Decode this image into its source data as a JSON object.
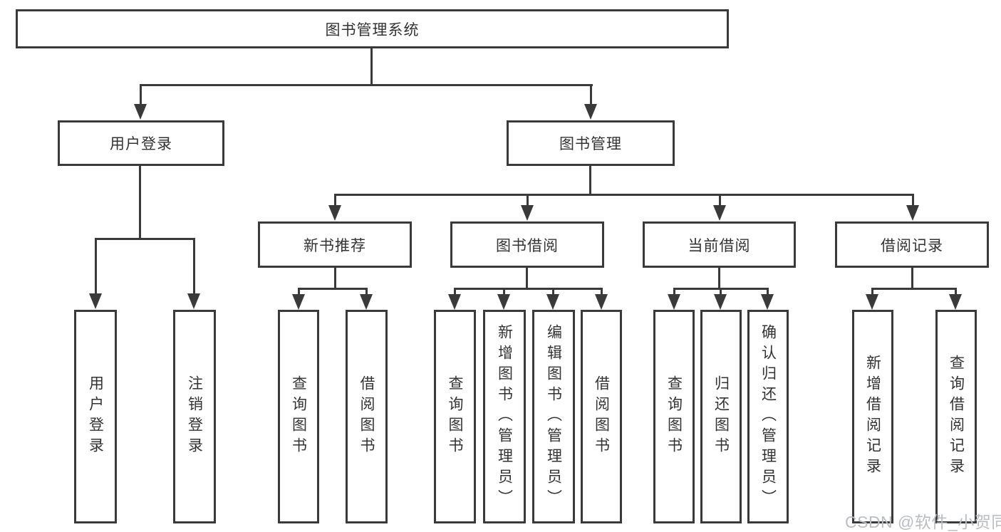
{
  "diagram": {
    "title": "图书管理系统",
    "branches": [
      {
        "label": "用户登录",
        "children": [
          "用户登录",
          "注销登录"
        ]
      },
      {
        "label": "图书管理",
        "modules": [
          {
            "label": "新书推荐",
            "children": [
              "查询图书",
              "借阅图书"
            ]
          },
          {
            "label": "图书借阅",
            "children": [
              "查询图书",
              "新增图书（管理员）",
              "编辑图书（管理员）",
              "借阅图书"
            ]
          },
          {
            "label": "当前借阅",
            "children": [
              "查询图书",
              "归还图书",
              "确认归还（管理员）"
            ]
          },
          {
            "label": "借阅记录",
            "children": [
              "新增借阅记录",
              "查询借阅记录"
            ]
          }
        ]
      }
    ]
  },
  "watermark": "CSDN @软件_小贺同学",
  "colors": {
    "line": "#3a3a3a",
    "text": "#333333",
    "background": "#ffffff",
    "watermark": "#b9bec3"
  }
}
